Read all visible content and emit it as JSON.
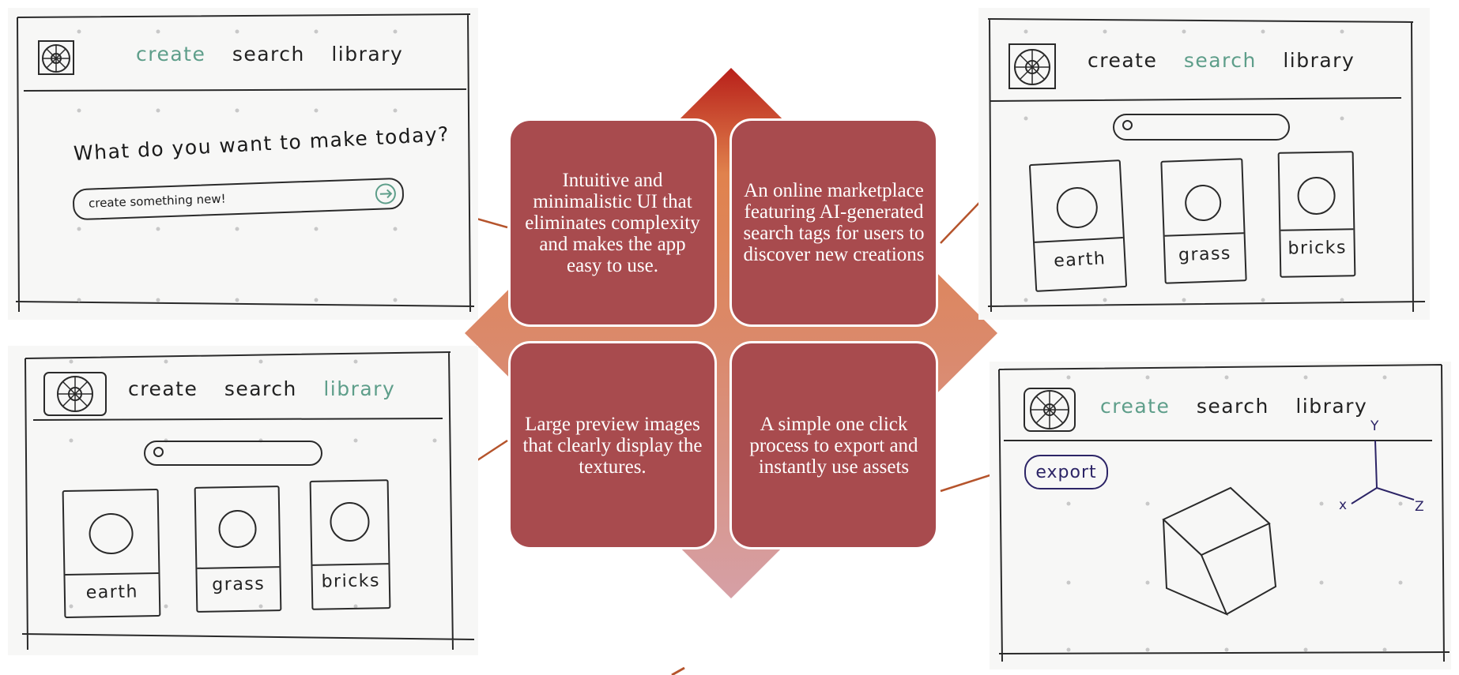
{
  "center_boxes": [
    {
      "text": "Intuitive and minimalistic UI that eliminates complexity and makes the app easy to use."
    },
    {
      "text": "An online marketplace featuring AI-generated search tags for users to discover new creations"
    },
    {
      "text": "Large preview images that clearly display the textures."
    },
    {
      "text": "A simple one click process to export and instantly use assets"
    }
  ],
  "sketch_create": {
    "nav": [
      "create",
      "search",
      "library"
    ],
    "active": "create",
    "prompt": "What do you want to make today?",
    "input_placeholder": "create something new!"
  },
  "sketch_search": {
    "nav": [
      "create",
      "search",
      "library"
    ],
    "active": "search",
    "items": [
      "earth",
      "grass",
      "bricks"
    ]
  },
  "sketch_library": {
    "nav": [
      "create",
      "search",
      "library"
    ],
    "active": "library",
    "items": [
      "earth",
      "grass",
      "bricks"
    ]
  },
  "sketch_export": {
    "nav": [
      "create",
      "search",
      "library"
    ],
    "active": "create",
    "export_label": "export",
    "axes": {
      "y": "Y",
      "x": "x",
      "z": "Z"
    }
  },
  "colors": {
    "box_fill": "#a84b4e",
    "diamond_top": "#c23a22",
    "diamond_mid": "#e07b4a",
    "diamond_bottom": "#d9a0a4",
    "arrow": "#b5542c",
    "active_nav": "#5e9e8a",
    "sketch_ink": "#2a2a2a",
    "export_ink": "#2c2466"
  }
}
